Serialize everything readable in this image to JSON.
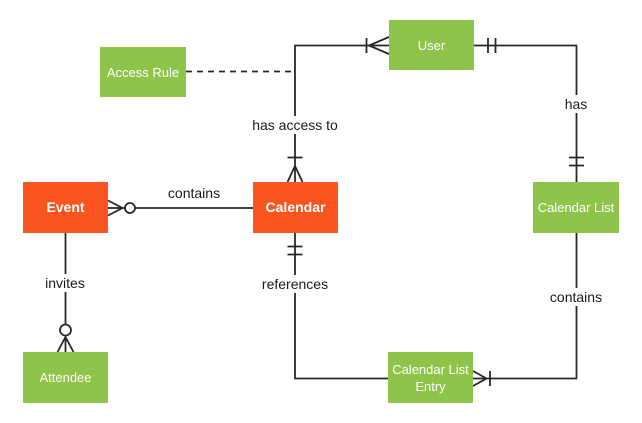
{
  "colors": {
    "entity_green": "#8dc449",
    "entity_orange": "#fa551e",
    "entity_text": "#ffffff",
    "connector": "#282828",
    "label_text": "#1a1a1a",
    "background": "#ffffff"
  },
  "entities": {
    "access_rule": "Access Rule",
    "user": "User",
    "event": "Event",
    "calendar": "Calendar",
    "calendar_list": "Calendar List",
    "attendee": "Attendee",
    "calendar_list_entry": "Calendar List Entry"
  },
  "relationship_labels": {
    "has_access_to": "has access to",
    "has": "has",
    "contains_event_calendar": "contains",
    "invites": "invites",
    "references": "references",
    "contains_list_entry": "contains"
  }
}
